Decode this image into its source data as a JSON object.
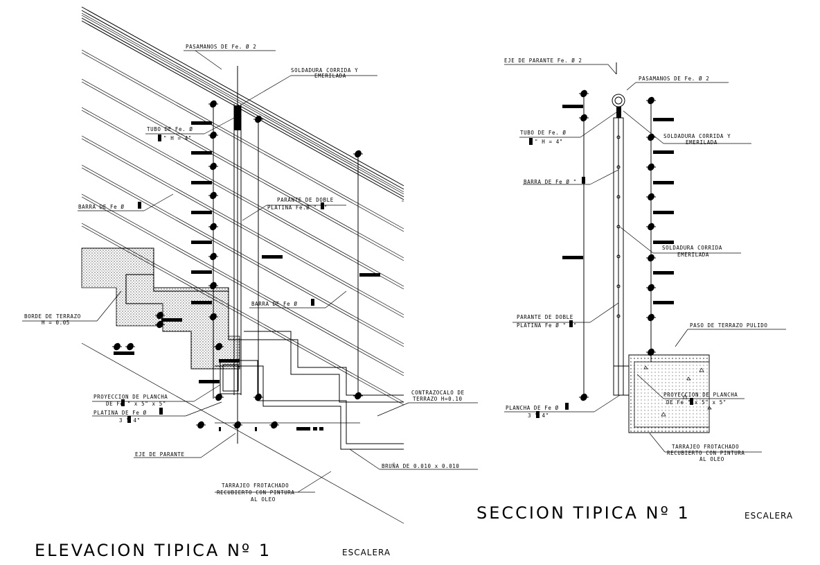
{
  "elevation": {
    "title": "ELEVACION TIPICA Nº 1",
    "subtitle": "ESCALERA",
    "labels": {
      "pasamanos": "PASAMANOS DE Fe. Ø 2",
      "soldadura_1": "SOLDADURA CORRIDA Y",
      "soldadura_2": "EMERILADA",
      "tubo_1": "TUBO DE Fe. Ø",
      "tubo_2": "\" H = 4\"",
      "parante_1": "PARANTE DE DOBLE",
      "parante_2": "PLATINA Fe.Ø \" 2\"",
      "barra_left": "BARRA DE Fe Ø",
      "barra_right": "BARRA DE Fe Ø",
      "borde_1": "BORDE DE TERRAZO",
      "borde_2": "H = 0.05",
      "proyeccion_1": "PROYECCION DE PLANCHA",
      "proyeccion_2": "DE Fe \" x 5\" x 5\"",
      "platina_1": "PLATINA DE Fe Ø",
      "platina_2": "3 \" 4\"",
      "eje": "EJE DE PARANTE",
      "contrazocalo_1": "CONTRAZOCALO DE",
      "contrazocalo_2": "TERRAZO H=0.10",
      "bruna": "BRUÑA DE 0.010 x 0.010",
      "tarrajeo_1": "TARRAJEO FROTACHADO",
      "tarrajeo_2": "RECUBIERTO CON PINTURA",
      "tarrajeo_3": "AL OLEO"
    }
  },
  "section": {
    "title": "SECCION TIPICA Nº 1",
    "subtitle": "ESCALERA",
    "labels": {
      "eje": "EJE DE PARANTE Fe. Ø 2",
      "pasamanos": "PASAMANOS DE Fe. Ø 2",
      "tubo_1": "TUBO DE Fe. Ø",
      "tubo_2": "\" H = 4\"",
      "soldadura_a1": "SOLDADURA CORRIDA Y",
      "soldadura_a2": "EMERILADA",
      "barra": "BARRA DE Fe Ø  \"",
      "soldadura_b1": "SOLDADURA CORRIDA",
      "soldadura_b2": "EMERILADA",
      "parante_1": "PARANTE DE DOBLE",
      "parante_2": "PLATINA Fe Ø  \" 2\"",
      "paso": "PASO DE TERRAZO PULIDO",
      "proyeccion_1": "PROYECCION DE PLANCHA",
      "proyeccion_2": "DE Fe \" x 5\" x 5\"",
      "plancha_1": "PLANCHA DE Fe Ø",
      "plancha_2": "3 \" 4\"",
      "tarrajeo_1": "TARRAJEO FROTACHADO",
      "tarrajeo_2": "RECUBIERTO CON PINTURA",
      "tarrajeo_3": "AL OLEO"
    }
  }
}
